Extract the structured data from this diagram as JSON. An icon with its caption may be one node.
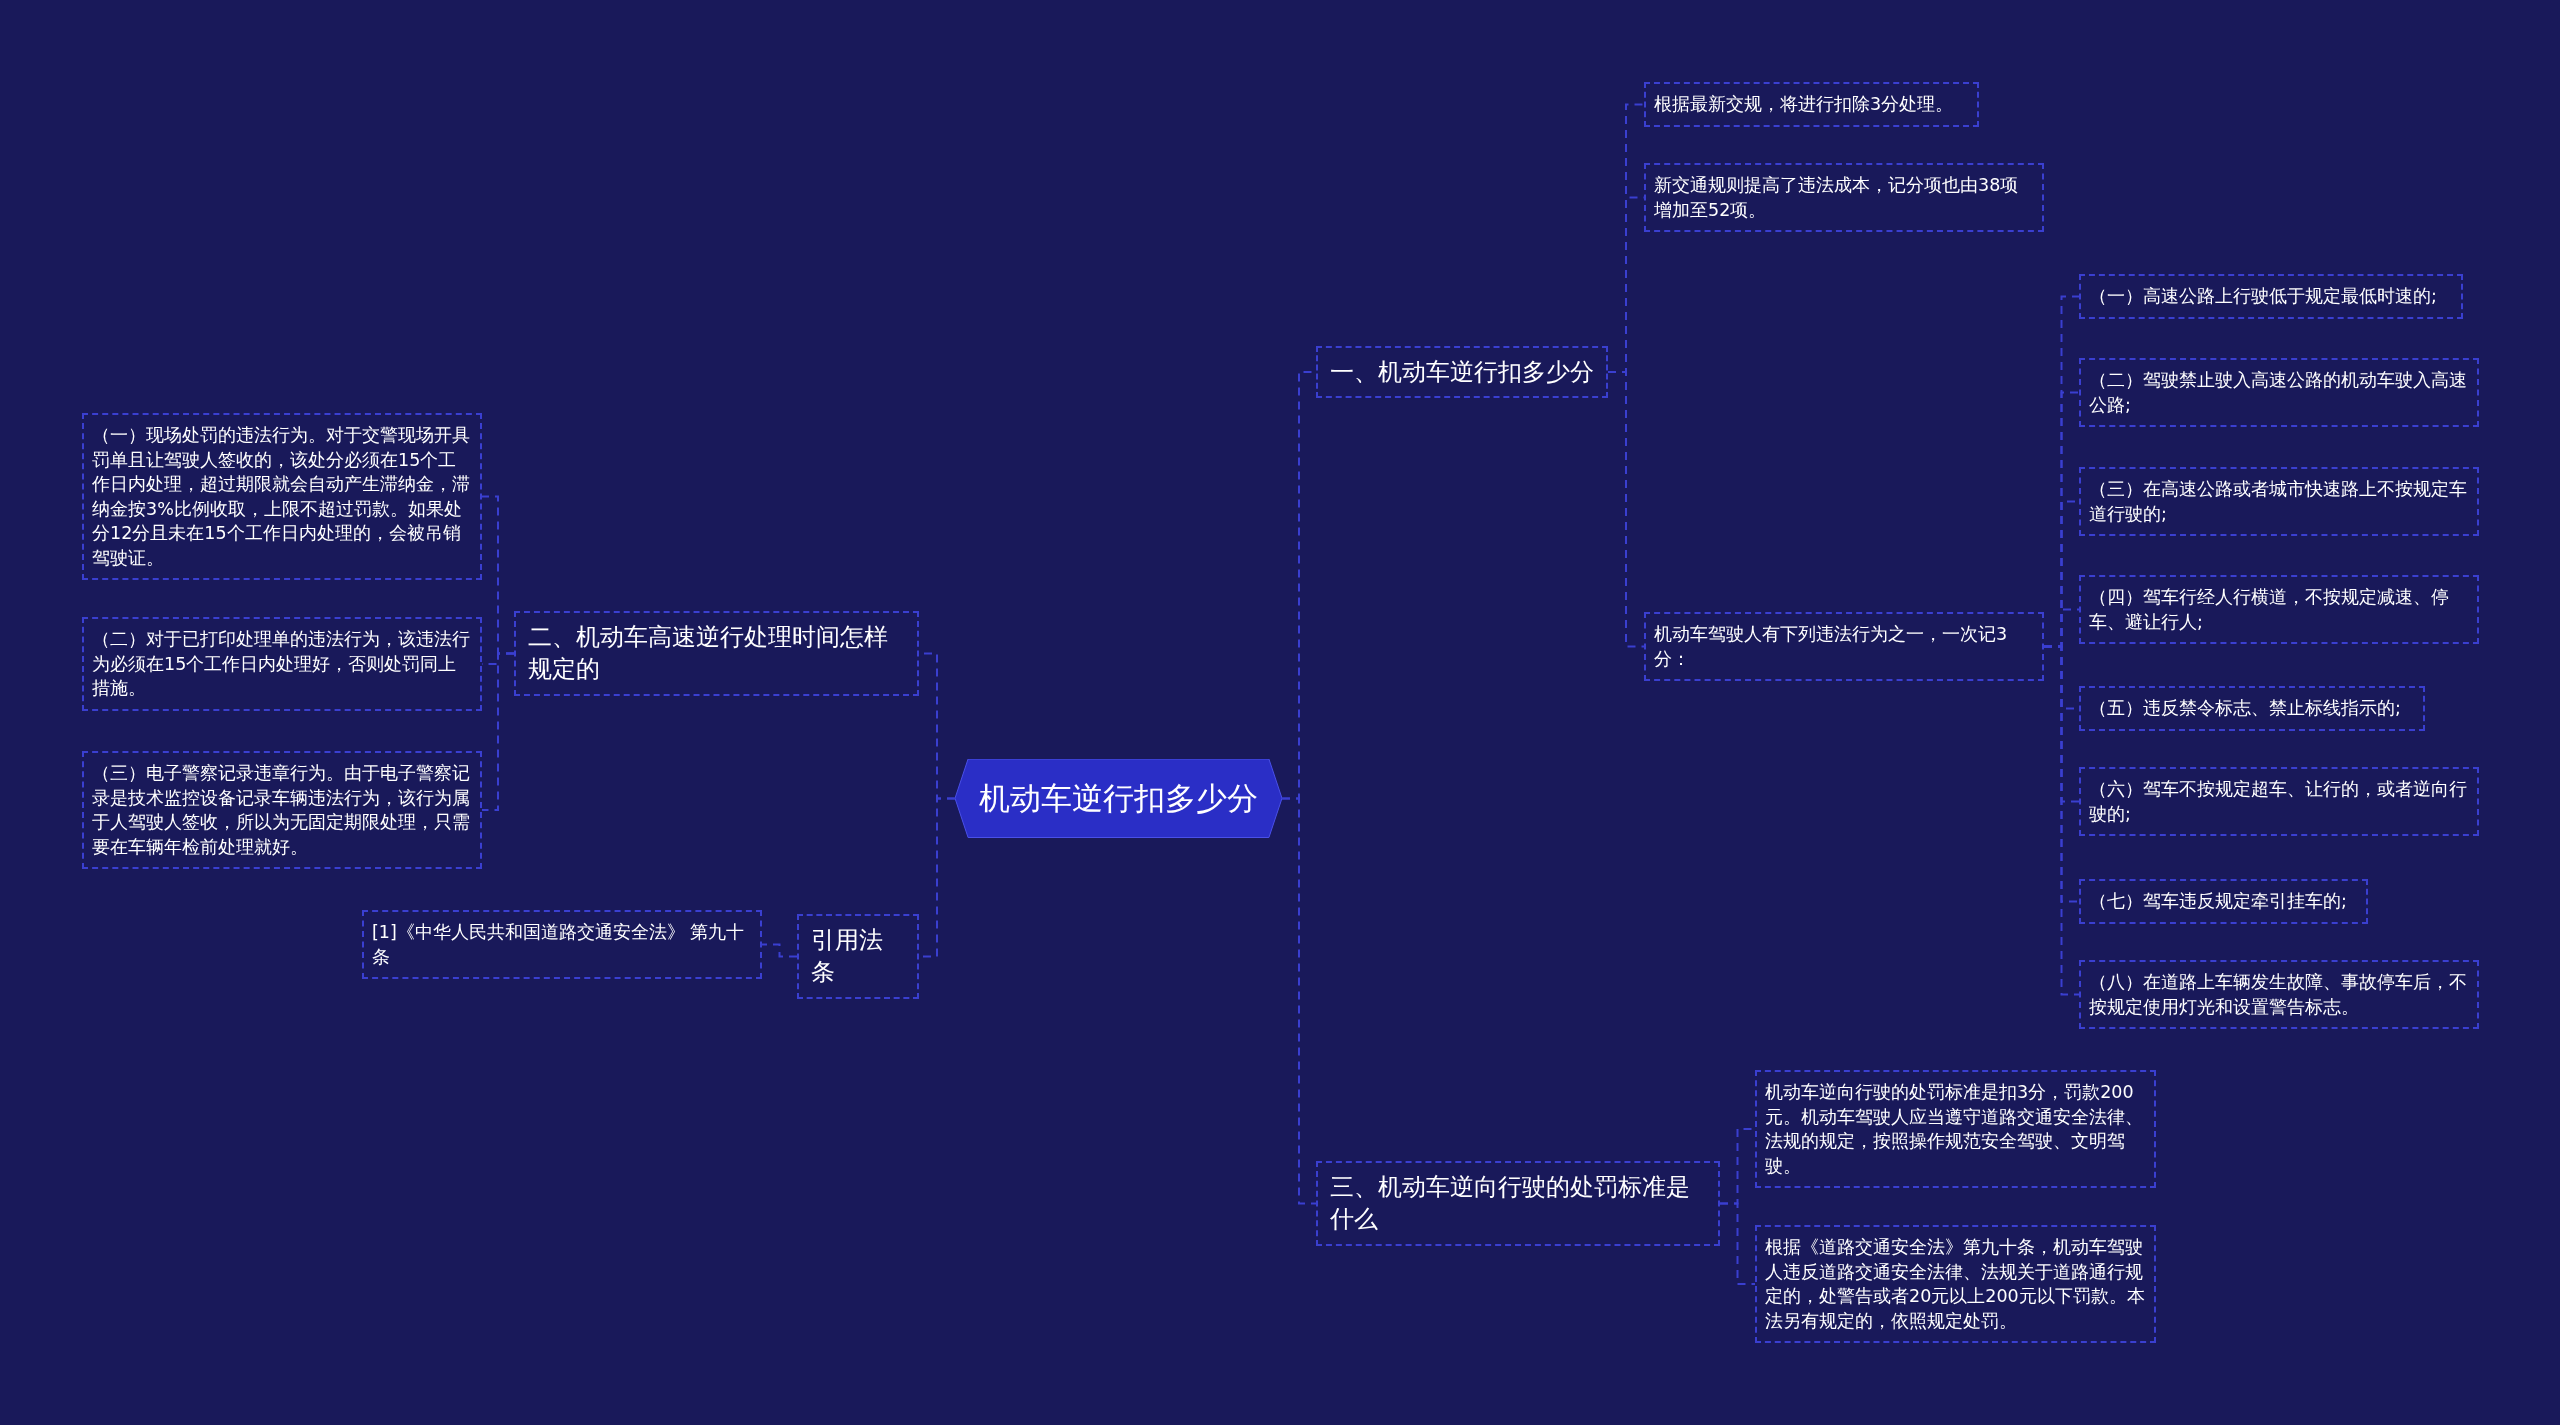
{
  "diagram": {
    "nodes": [
      {
        "text": [
          "机动车逆行扣多少分"
        ]
      },
      {
        "text": [
          "一、机动车逆行扣多少分"
        ]
      },
      {
        "text": [
          "根据最新交规，将进行扣除3分处理。"
        ]
      },
      {
        "text": [
          "新交通规则提高了违法成本，记分项也由38项增加至52项。"
        ]
      },
      {
        "text": [
          "机动车驾驶人有下列违法行为之一，一次记3分："
        ]
      },
      {
        "text": [
          "（一）高速公路上行驶低于规定最低时速的;"
        ]
      },
      {
        "text": [
          "（二）驾驶禁止驶入高速公路的机动车驶入高速公路;"
        ]
      },
      {
        "text": [
          "（三）在高速公路或者城市快速路上不按规定车道行驶的;"
        ]
      },
      {
        "text": [
          "（四）驾车行经人行横道，不按规定减速、停车、避让行人;"
        ]
      },
      {
        "text": [
          "（五）违反禁令标志、禁止标线指示的;"
        ]
      },
      {
        "text": [
          "（六）驾车不按规定超车、让行的，或者逆向行驶的;"
        ]
      },
      {
        "text": [
          "（七）驾车违反规定牵引挂车的;"
        ]
      },
      {
        "text": [
          "（八）在道路上车辆发生故障、事故停车后，不按规定使用灯光和设置警告标志。"
        ]
      },
      {
        "text": [
          "三、机动车逆向行驶的处罚标准是什么"
        ]
      },
      {
        "text": [
          "机动车逆向行驶的处罚标准是扣3分，罚款200元。机动车驾驶人应当遵守道路交通安全法律、法规的规定，按照操作规范安全驾驶、文明驾驶。"
        ]
      },
      {
        "text": [
          "根据《道路交通安全法》第九十条，机动车驾驶人违反道路交通安全法律、法规关于道路通行规定的，处警告或者20元以上200元以下罚款。本法另有规定的，依照规定处罚。"
        ]
      },
      {
        "text": [
          "二、机动车高速逆行处理时间怎样规定的"
        ]
      },
      {
        "text": [
          "（一）现场处罚的违法行为。对于交警现场开具罚单且让驾驶人签收的，该处分必须在15个工作日内处理，超过期限就会自动产生滞纳金，滞纳金按3%比例收取，上限不超过罚款。如果处分12分且未在15个工作日内处理的，会被吊销驾驶证。"
        ]
      },
      {
        "text": [
          "（二）对于已打印处理单的违法行为，该违法行为必须在15个工作日内处理好，否则处罚同上措施。"
        ]
      },
      {
        "text": [
          "（三）电子警察记录违章行为。由于电子警察记录是技术监控设备记录车辆违法行为，该行为属于人驾驶人签收，所以为无固定期限处理，只需要在车辆年检前处理就好。"
        ]
      },
      {
        "text": [
          "引用法条"
        ]
      },
      {
        "text": [
          "[1]《中华人民共和国道路交通安全法》 第九十条"
        ]
      }
    ],
    "edges": [
      {
        "from": 0,
        "to": 1,
        "arrow": "none"
      },
      {
        "from": 1,
        "to": 2,
        "arrow": "none"
      },
      {
        "from": 1,
        "to": 3,
        "arrow": "none"
      },
      {
        "from": 1,
        "to": 4,
        "arrow": "none"
      },
      {
        "from": 4,
        "to": 5,
        "arrow": "none"
      },
      {
        "from": 4,
        "to": 6,
        "arrow": "none"
      },
      {
        "from": 4,
        "to": 7,
        "arrow": "none"
      },
      {
        "from": 4,
        "to": 8,
        "arrow": "none"
      },
      {
        "from": 4,
        "to": 9,
        "arrow": "none"
      },
      {
        "from": 4,
        "to": 10,
        "arrow": "none"
      },
      {
        "from": 4,
        "to": 11,
        "arrow": "none"
      },
      {
        "from": 4,
        "to": 12,
        "arrow": "none"
      },
      {
        "from": 0,
        "to": 13,
        "arrow": "none"
      },
      {
        "from": 13,
        "to": 14,
        "arrow": "none"
      },
      {
        "from": 13,
        "to": 15,
        "arrow": "none"
      },
      {
        "from": 0,
        "to": 16,
        "arrow": "none"
      },
      {
        "from": 16,
        "to": 17,
        "arrow": "none"
      },
      {
        "from": 16,
        "to": 18,
        "arrow": "none"
      },
      {
        "from": 16,
        "to": 19,
        "arrow": "none"
      },
      {
        "from": 0,
        "to": 20,
        "arrow": "none"
      },
      {
        "from": 20,
        "to": 21,
        "arrow": "none"
      }
    ]
  }
}
